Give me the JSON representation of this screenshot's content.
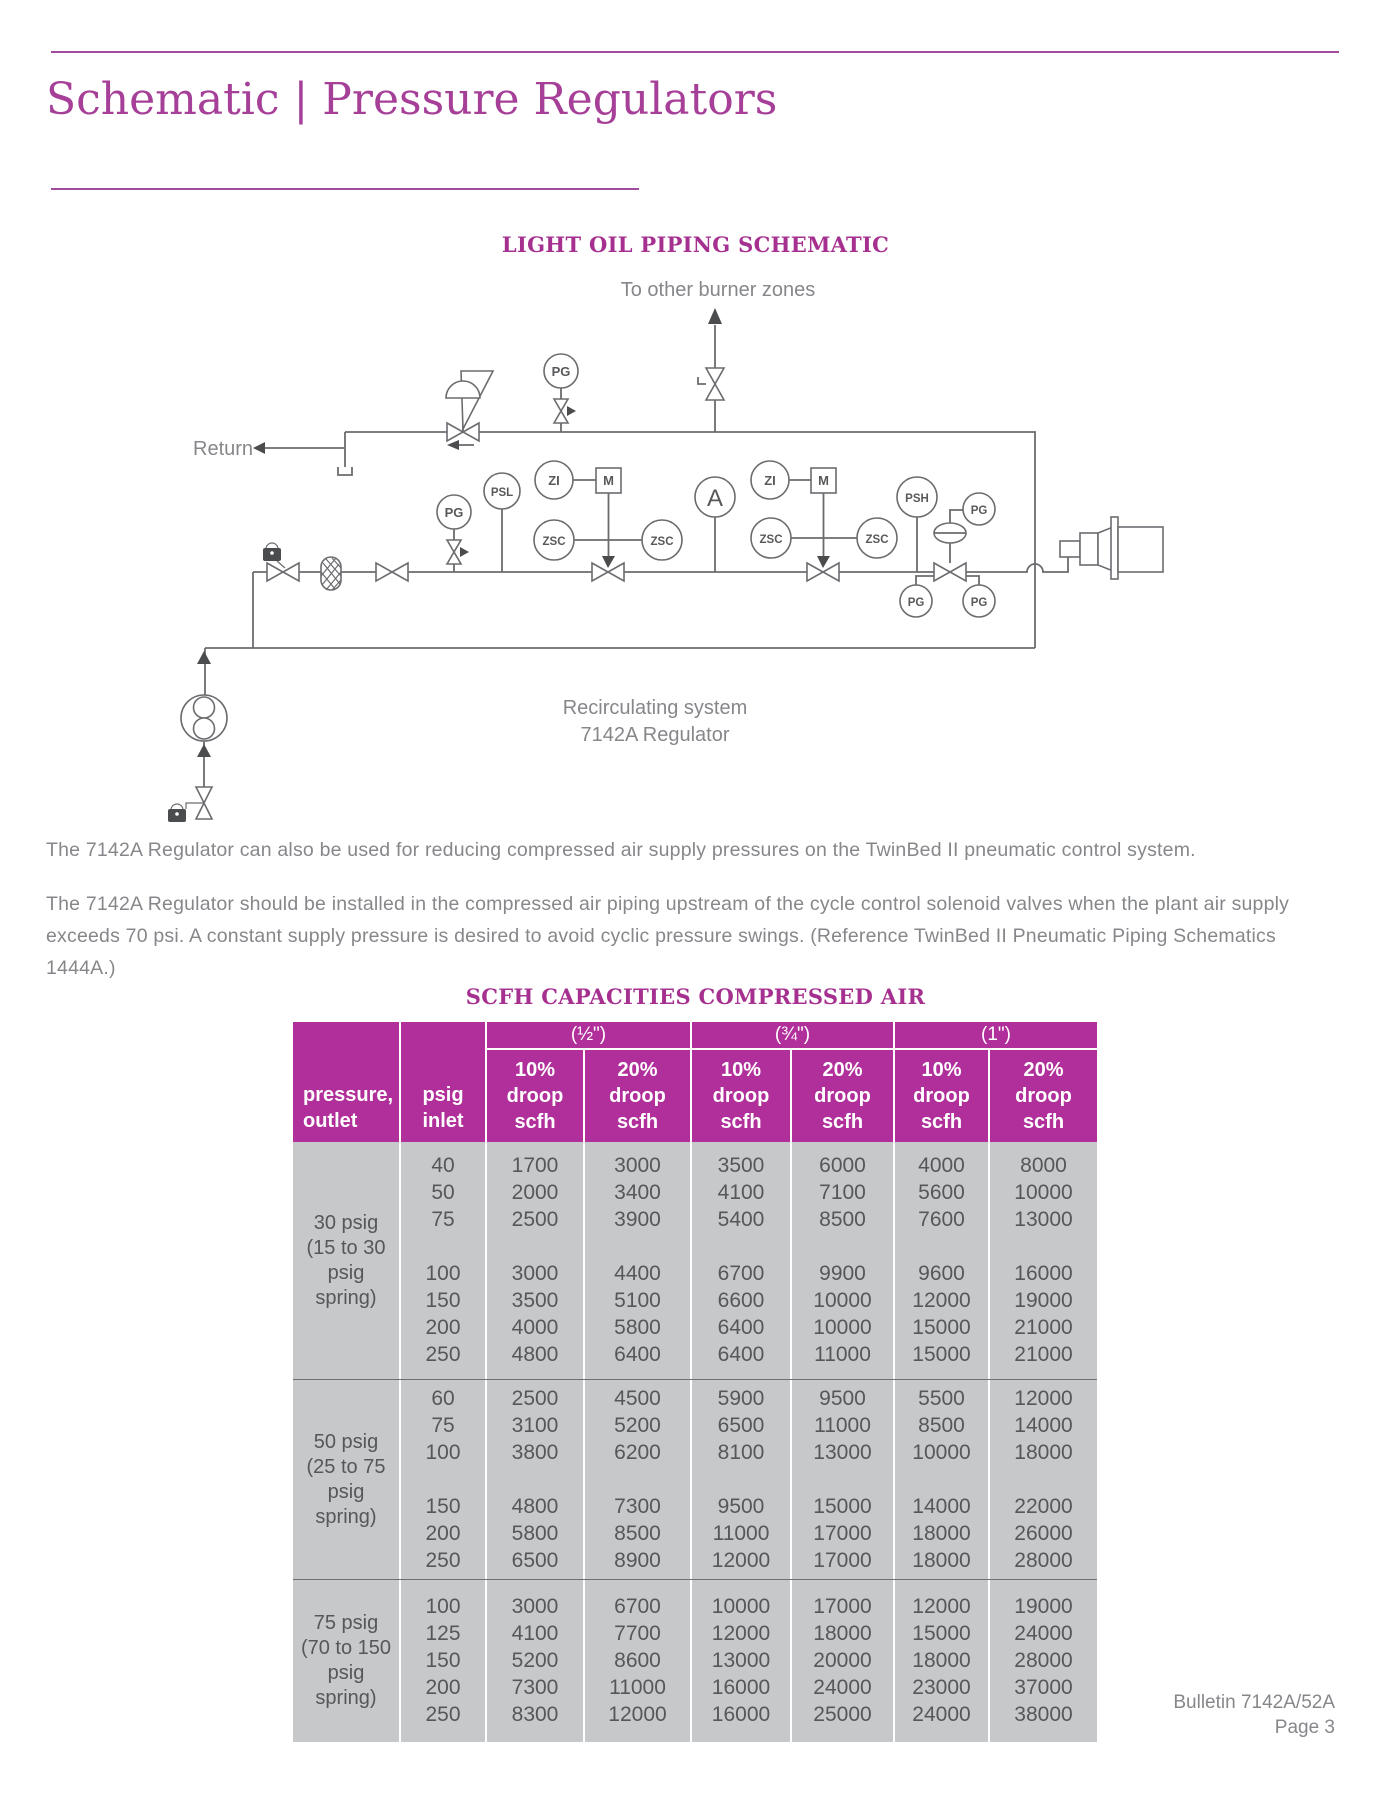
{
  "page": {
    "title": "Schematic | Pressure Regulators",
    "footer_line1": "Bulletin 7142A/52A",
    "footer_line2": "Page 3"
  },
  "colors": {
    "magenta_header": "#b12f9a",
    "magenta_title": "#a63f98",
    "rule": "#a04b9b",
    "body_text_gray": "#85878a",
    "table_body_bg": "#c7c8ca",
    "table_text": "#55575a",
    "diagram_line": "#6b6c6f"
  },
  "diagram": {
    "heading": "LIGHT OIL PIPING SCHEMATIC",
    "labels": {
      "to_other": "To other burner zones",
      "return": "Return",
      "caption_line1": "Recirculating system",
      "caption_line2": "7142A Regulator"
    },
    "instruments": {
      "pg": "PG",
      "psl": "PSL",
      "psh": "PSH",
      "zi": "ZI",
      "zsc": "ZSC",
      "m": "M",
      "a": "A"
    }
  },
  "paragraphs": {
    "p1": "The 7142A Regulator can also be used for reducing compressed air supply pressures on the TwinBed II pneumatic control system.",
    "p2": "The 7142A Regulator should be installed in the compressed air piping upstream of the cycle control solenoid valves when the plant air supply exceeds 70 psi. A constant supply pressure is desired to avoid cyclic pressure swings. (Reference TwinBed II Pneumatic Piping Schematics 1444A.)"
  },
  "scfh": {
    "heading": "SCFH CAPACITIES COMPRESSED AIR",
    "header": {
      "col1": [
        "pressure,",
        "outlet"
      ],
      "col2": [
        "psig",
        "inlet"
      ],
      "groups": [
        "(½\")",
        "(¾\")",
        "(1\")"
      ],
      "sub": [
        "10%",
        "droop",
        "scfh"
      ]
    },
    "groups": [
      {
        "label": [
          "30 psig",
          "(15 to 30",
          "psig",
          "spring)"
        ],
        "block_a": [
          [
            "40",
            "1700",
            "3000",
            "3500",
            "6000",
            "4000",
            "8000"
          ],
          [
            "50",
            "2000",
            "3400",
            "4100",
            "7100",
            "5600",
            "10000"
          ],
          [
            "75",
            "2500",
            "3900",
            "5400",
            "8500",
            "7600",
            "13000"
          ]
        ],
        "block_b": [
          [
            "100",
            "3000",
            "4400",
            "6700",
            "9900",
            "9600",
            "16000"
          ],
          [
            "150",
            "3500",
            "5100",
            "6600",
            "10000",
            "12000",
            "19000"
          ],
          [
            "200",
            "4000",
            "5800",
            "6400",
            "10000",
            "15000",
            "21000"
          ],
          [
            "250",
            "4800",
            "6400",
            "6400",
            "11000",
            "15000",
            "21000"
          ]
        ]
      },
      {
        "label": [
          "50 psig",
          "(25 to 75",
          "psig",
          "spring)"
        ],
        "block_a": [
          [
            "60",
            "2500",
            "4500",
            "5900",
            "9500",
            "5500",
            "12000"
          ],
          [
            "75",
            "3100",
            "5200",
            "6500",
            "11000",
            "8500",
            "14000"
          ],
          [
            "100",
            "3800",
            "6200",
            "8100",
            "13000",
            "10000",
            "18000"
          ]
        ],
        "block_b": [
          [
            "150",
            "4800",
            "7300",
            "9500",
            "15000",
            "14000",
            "22000"
          ],
          [
            "200",
            "5800",
            "8500",
            "11000",
            "17000",
            "18000",
            "26000"
          ],
          [
            "250",
            "6500",
            "8900",
            "12000",
            "17000",
            "18000",
            "28000"
          ]
        ]
      },
      {
        "label": [
          "75 psig",
          "(70 to 150",
          "psig",
          "spring)"
        ],
        "block_a": [
          [
            "100",
            "3000",
            "6700",
            "10000",
            "17000",
            "12000",
            "19000"
          ],
          [
            "125",
            "4100",
            "7700",
            "12000",
            "18000",
            "15000",
            "24000"
          ],
          [
            "150",
            "5200",
            "8600",
            "13000",
            "20000",
            "18000",
            "28000"
          ],
          [
            "200",
            "7300",
            "11000",
            "16000",
            "24000",
            "23000",
            "37000"
          ],
          [
            "250",
            "8300",
            "12000",
            "16000",
            "25000",
            "24000",
            "38000"
          ]
        ],
        "block_b": []
      }
    ]
  }
}
